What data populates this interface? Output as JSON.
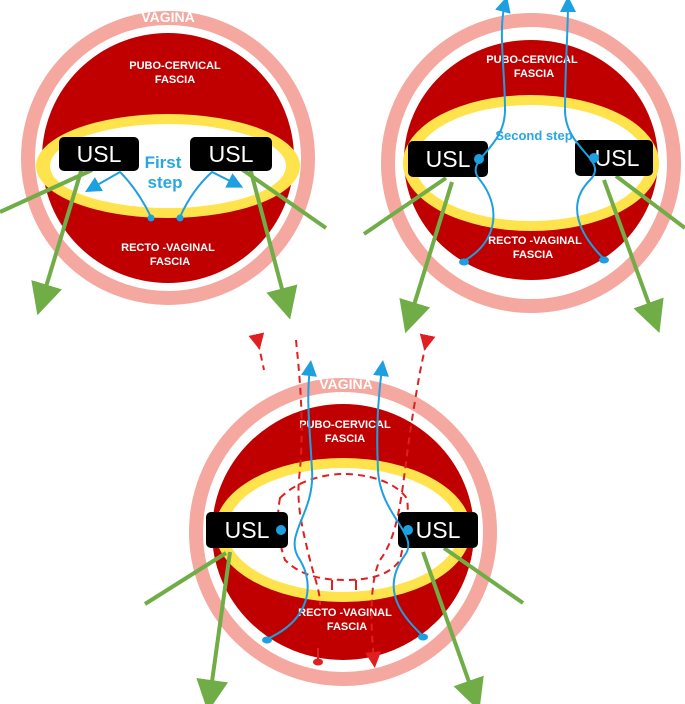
{
  "colors": {
    "vagina_ring": "#f4a8a0",
    "fascia": "#c00000",
    "inner_ring": "#ffe34d",
    "usl_box": "#000000",
    "suture_blue": "#1ea0e0",
    "suture_red": "#e02020",
    "arrow_green": "#70ad47"
  },
  "panels": [
    {
      "vagina_label": "VAGINA",
      "pubo_label_line1": "PUBO-CERVICAL",
      "pubo_label_line2": "FASCIA",
      "recto_label_line1": "RECTO -VAGINAL",
      "recto_label_line2": "FASCIA",
      "usl_left": "USL",
      "usl_right": "USL",
      "step_line1": "First",
      "step_line2": "step"
    },
    {
      "pubo_label_line1": "PUBO-CERVICAL",
      "pubo_label_line2": "FASCIA",
      "recto_label_line1": "RECTO -VAGINAL",
      "recto_label_line2": "FASCIA",
      "usl_left": "USL",
      "usl_right": "USL",
      "step_label": "Second step"
    },
    {
      "vagina_label": "VAGINA",
      "pubo_label_line1": "PUBO-CERVICAL",
      "pubo_label_line2": "FASCIA",
      "recto_label_line1": "RECTO -VAGINAL",
      "recto_label_line2": "FASCIA",
      "usl_left": "USL",
      "usl_right": "USL"
    }
  ]
}
